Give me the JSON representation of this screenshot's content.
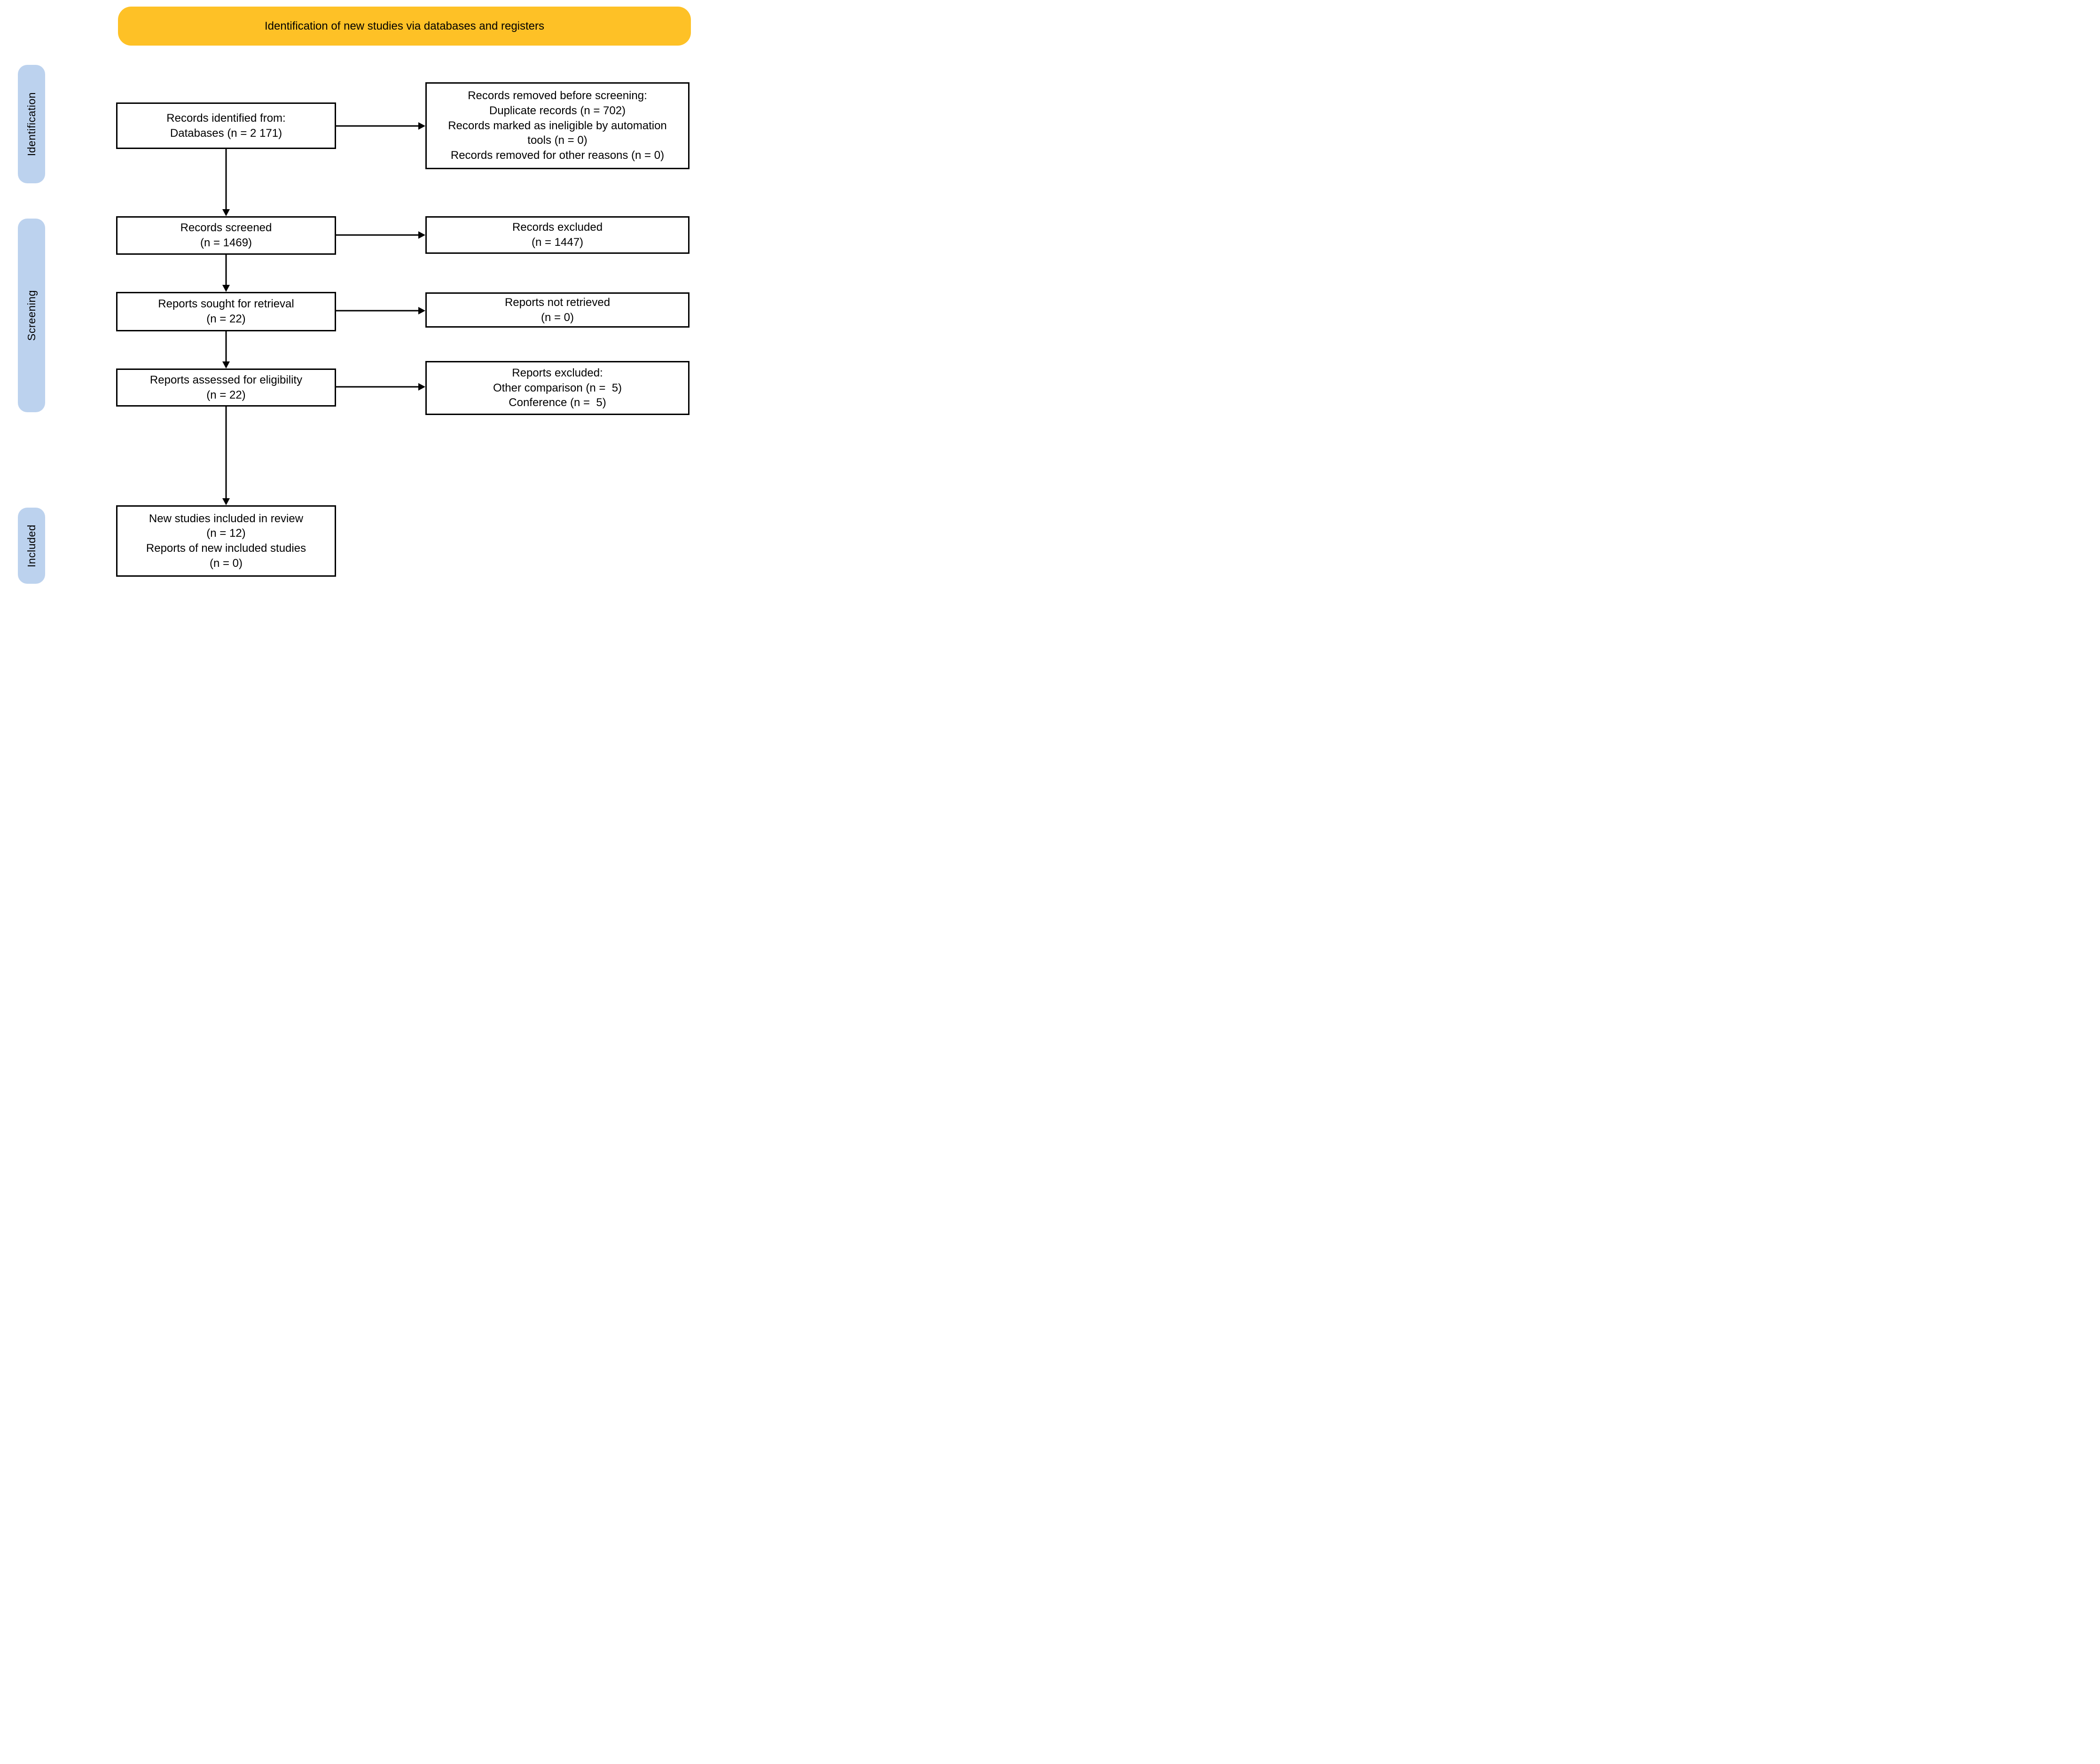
{
  "banner": {
    "title": "Identification of new studies via databases and registers"
  },
  "colors": {
    "banner_bg": "#FEC126",
    "stage_bg": "#BCD2EE",
    "box_border": "#000000",
    "box_bg": "#FFFFFF"
  },
  "stages": [
    {
      "label": "Identification"
    },
    {
      "label": "Screening"
    },
    {
      "label": "Included"
    }
  ],
  "flow": {
    "left": [
      {
        "text": "Records identified from:\nDatabases (n = 2 171)"
      },
      {
        "text": "Records screened\n(n = 1469)"
      },
      {
        "text": "Reports sought for retrieval\n(n = 22)"
      },
      {
        "text": "Reports assessed for eligibility\n(n = 22)"
      },
      {
        "text": "New studies included in review\n(n = 12)\nReports of new included studies\n(n = 0)"
      }
    ],
    "right": [
      {
        "text": "Records removed before screening:\nDuplicate records (n = 702)\nRecords marked as ineligible by automation\ntools (n = 0)\nRecords removed for other reasons (n = 0)"
      },
      {
        "text": "Records excluded\n(n = 1447)"
      },
      {
        "text": "Reports not retrieved\n(n = 0)"
      },
      {
        "text": "Reports excluded:\nOther comparison (n =  5)\nConference (n =  5)"
      }
    ]
  }
}
